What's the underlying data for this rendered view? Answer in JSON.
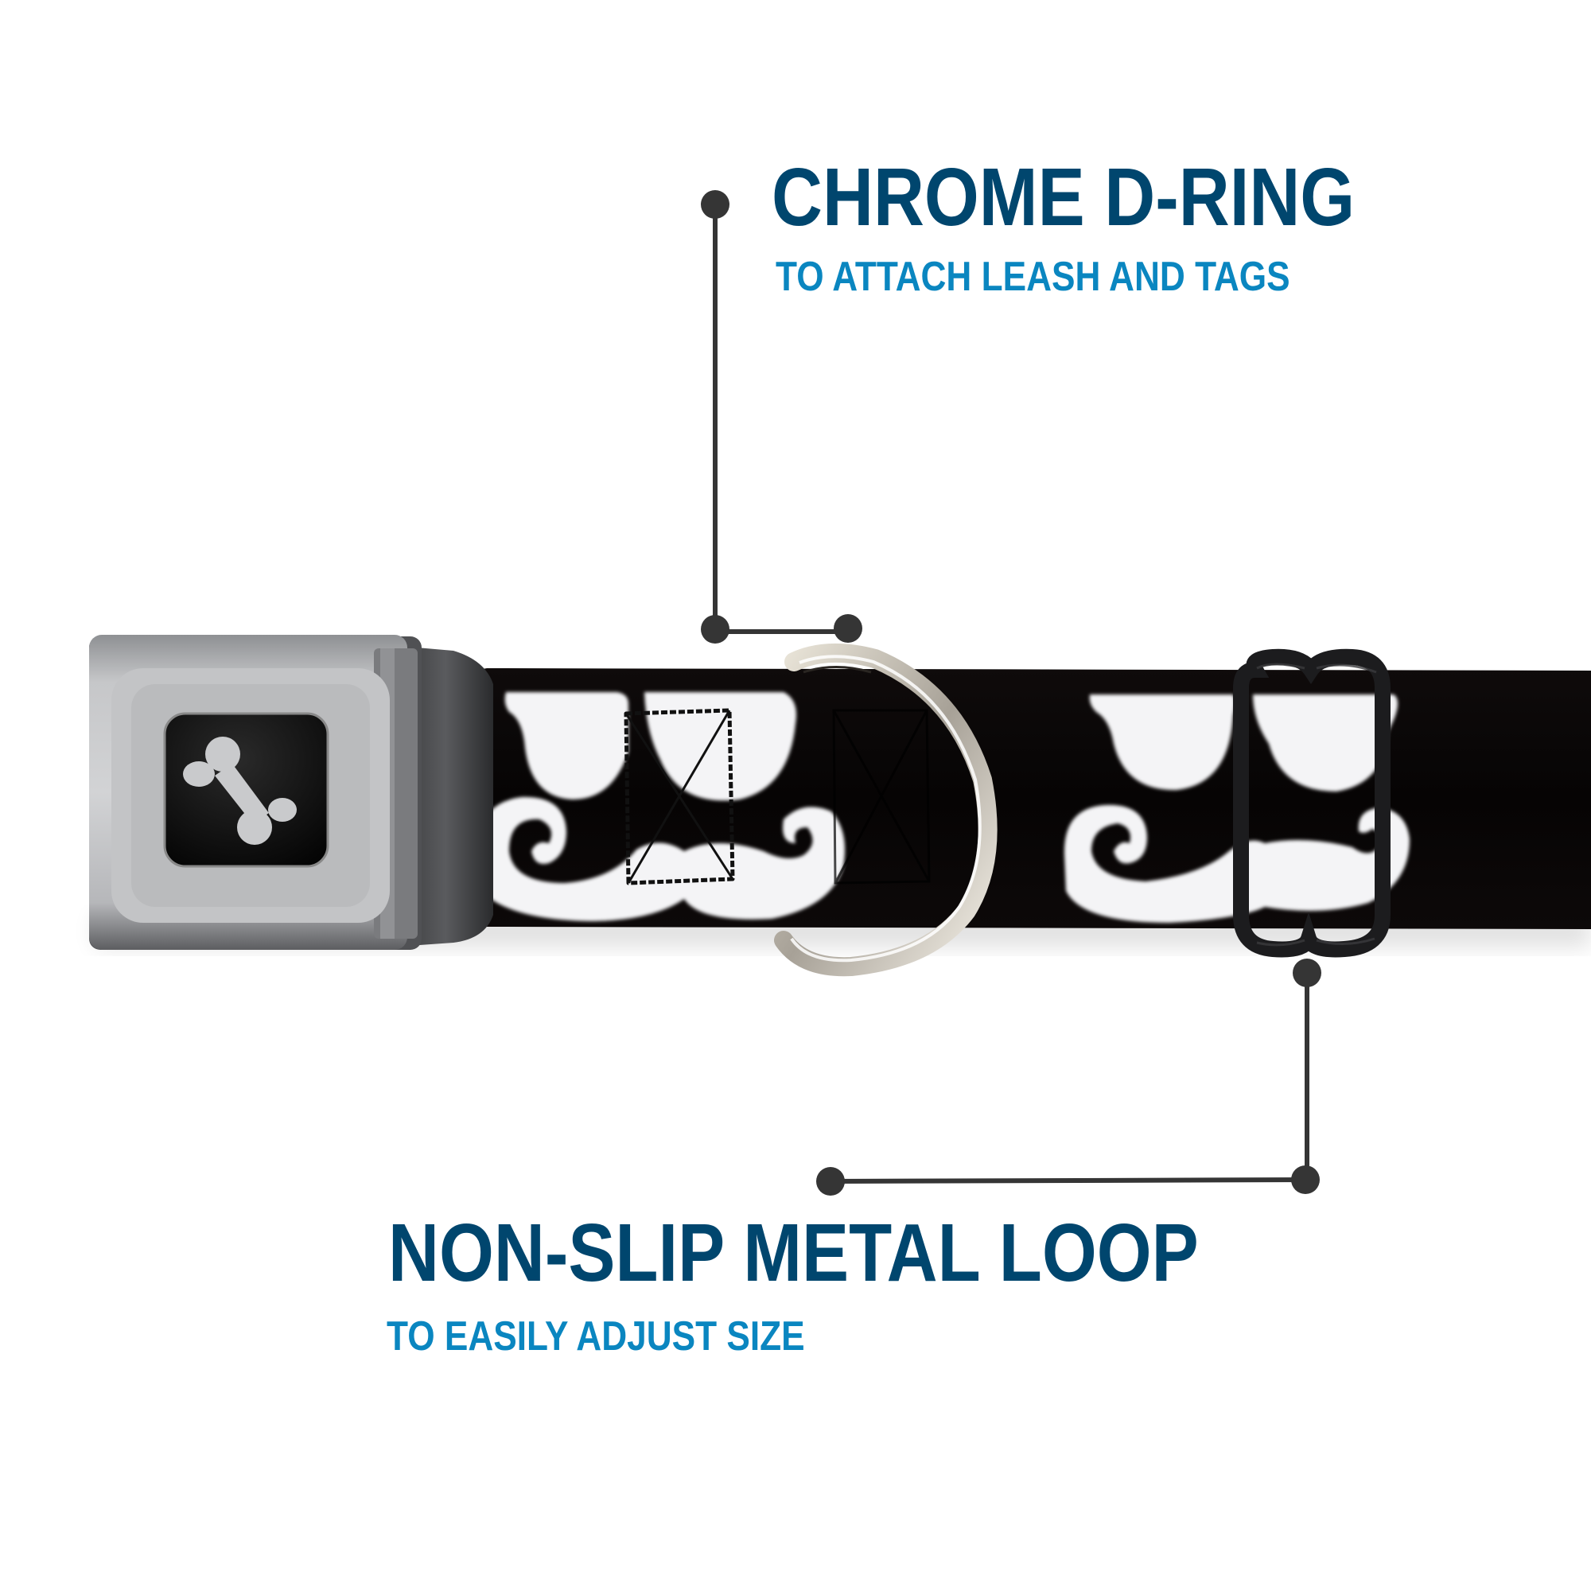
{
  "colors": {
    "heading": "#00466e",
    "subheading": "#0a86c0",
    "connector": "#353535",
    "strap": "#0a0707",
    "pattern": "#f4f4f6",
    "buckle_light": "#c9cacc",
    "buckle_dark": "#6e6f72",
    "slider": "#1c1c1e",
    "dring": "#d8d2c6"
  },
  "callouts": [
    {
      "id": "d-ring",
      "title": "CHROME D-RING",
      "subtitle": "TO ATTACH LEASH AND TAGS"
    },
    {
      "id": "metal-loop",
      "title": "NON-SLIP METAL LOOP",
      "subtitle": "TO EASILY ADJUST SIZE"
    }
  ],
  "product": {
    "buckle_icon": "bone-icon",
    "pattern_motif": "glasses-and-mustache",
    "parts": [
      "seatbelt-buckle",
      "collar-strap",
      "chrome-d-ring",
      "metal-loop-slider"
    ]
  }
}
